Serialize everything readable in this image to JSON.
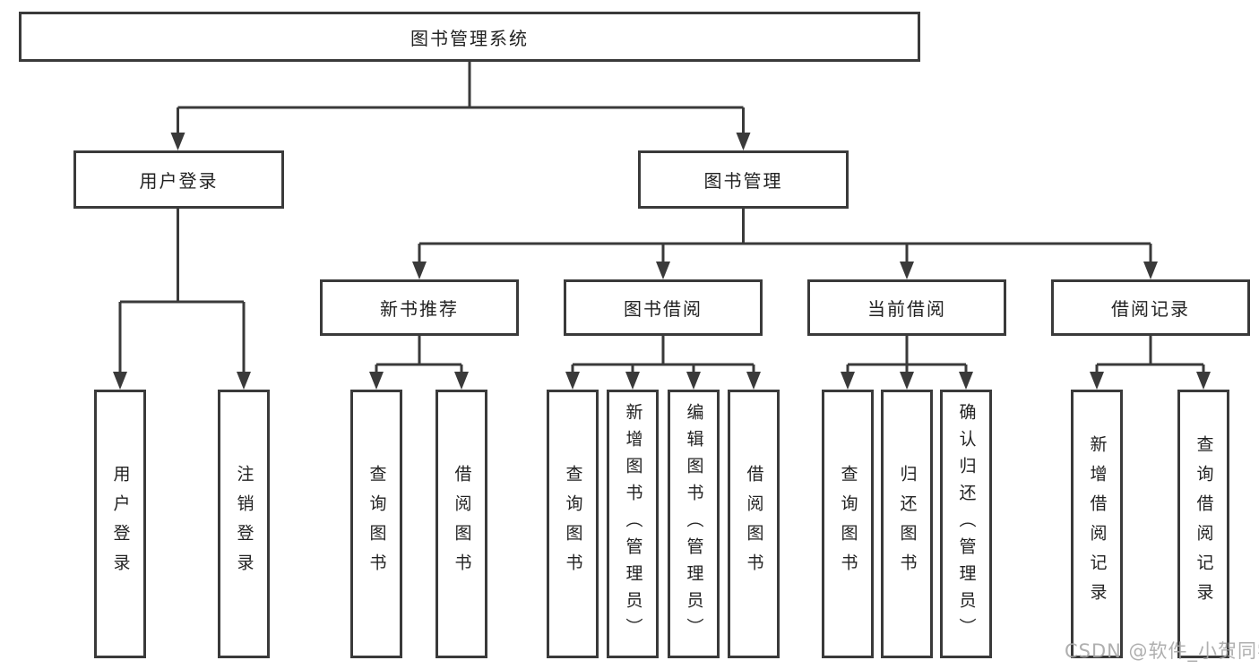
{
  "diagram": {
    "root": {
      "label": "图书管理系统"
    },
    "branches": [
      {
        "label": "用户登录",
        "children": [
          {
            "label": "用户登录"
          },
          {
            "label": "注销登录"
          }
        ]
      },
      {
        "label": "图书管理",
        "children": [
          {
            "label": "新书推荐",
            "children": [
              {
                "label": "查询图书"
              },
              {
                "label": "借阅图书"
              }
            ]
          },
          {
            "label": "图书借阅",
            "children": [
              {
                "label": "查询图书"
              },
              {
                "label": "新增图书（管理员）"
              },
              {
                "label": "编辑图书（管理员）"
              },
              {
                "label": "借阅图书"
              }
            ]
          },
          {
            "label": "当前借阅",
            "children": [
              {
                "label": "查询图书"
              },
              {
                "label": "归还图书"
              },
              {
                "label": "确认归还（管理员）"
              }
            ]
          },
          {
            "label": "借阅记录",
            "children": [
              {
                "label": "新增借阅记录"
              },
              {
                "label": "查询借阅记录"
              }
            ]
          }
        ]
      }
    ]
  },
  "watermark": "CSDN @软件_小贺同学",
  "colors": {
    "line": "#3a3a3a",
    "text": "#222222",
    "background": "#ffffff",
    "watermark": "#a6a6a6"
  }
}
